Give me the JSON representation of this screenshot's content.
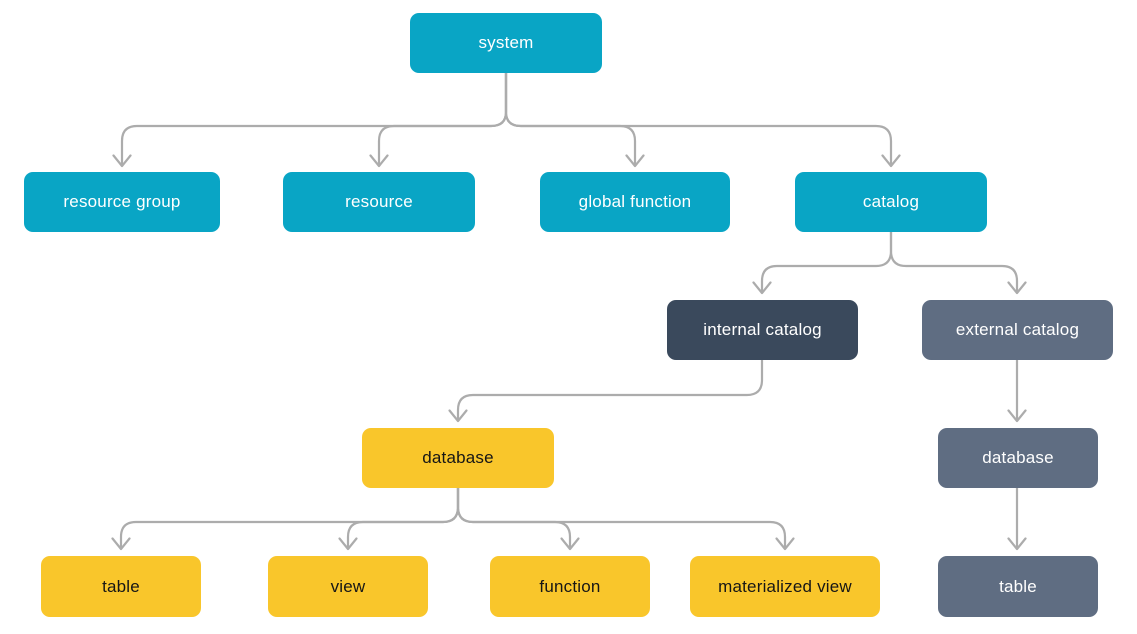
{
  "diagram": {
    "description": "hierarchy flowchart of system objects",
    "colors": {
      "background": "#ffffff",
      "teal": "#09a5c5",
      "navy": "#3a495c",
      "slate": "#5f6d82",
      "yellow": "#f9c62b",
      "arrow": "#acacac",
      "text_light": "#ffffff",
      "text_dark": "#161616"
    },
    "nodes": {
      "system": {
        "label": "system",
        "variant": "teal"
      },
      "resource_group": {
        "label": "resource group",
        "variant": "teal"
      },
      "resource": {
        "label": "resource",
        "variant": "teal"
      },
      "global_function": {
        "label": "global function",
        "variant": "teal"
      },
      "catalog": {
        "label": "catalog",
        "variant": "teal"
      },
      "internal_catalog": {
        "label": "internal catalog",
        "variant": "navy"
      },
      "external_catalog": {
        "label": "external catalog",
        "variant": "slate"
      },
      "internal_database": {
        "label": "database",
        "variant": "yellow"
      },
      "external_database": {
        "label": "database",
        "variant": "slate"
      },
      "table": {
        "label": "table",
        "variant": "yellow"
      },
      "view": {
        "label": "view",
        "variant": "yellow"
      },
      "function": {
        "label": "function",
        "variant": "yellow"
      },
      "materialized_view": {
        "label": "materialized view",
        "variant": "yellow"
      },
      "external_table": {
        "label": "table",
        "variant": "slate"
      }
    },
    "edges": [
      {
        "from": "system",
        "to": "resource_group"
      },
      {
        "from": "system",
        "to": "resource"
      },
      {
        "from": "system",
        "to": "global_function"
      },
      {
        "from": "system",
        "to": "catalog"
      },
      {
        "from": "catalog",
        "to": "internal_catalog"
      },
      {
        "from": "catalog",
        "to": "external_catalog"
      },
      {
        "from": "internal_catalog",
        "to": "internal_database"
      },
      {
        "from": "internal_database",
        "to": "table"
      },
      {
        "from": "internal_database",
        "to": "view"
      },
      {
        "from": "internal_database",
        "to": "function"
      },
      {
        "from": "internal_database",
        "to": "materialized_view"
      },
      {
        "from": "external_catalog",
        "to": "external_database"
      },
      {
        "from": "external_database",
        "to": "external_table"
      }
    ]
  }
}
